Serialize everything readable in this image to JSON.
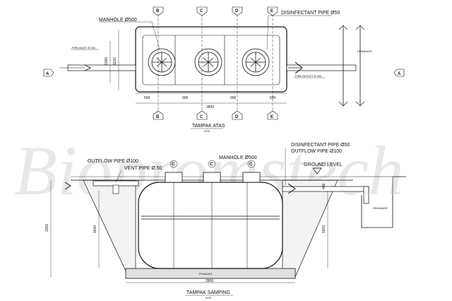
{
  "watermark": "Biopromstech",
  "top_view": {
    "manhole_label": "MANHOLE Ø500",
    "disinfectant_label": "DISINFECTANT PIPE Ø50",
    "inlet_label": "PIPA INLET Ø 100",
    "outlet_label": "PIPA OUTLET Ø 100",
    "drainage_label": "DRAINAGE",
    "width_label": "1000",
    "height_label": "1100",
    "dims": [
      "500",
      "900",
      "900",
      "500"
    ],
    "total": "2800",
    "title": "TAMPAK ATAS",
    "subtitle": "NTS",
    "markers_top": [
      "B",
      "C",
      "D",
      "E"
    ],
    "markers_bottom": [
      "B",
      "C",
      "D",
      "E"
    ],
    "side_markers": [
      "A",
      "A"
    ]
  },
  "side_view": {
    "disinfectant_label": "DISINFECTANT PIPE Ø50",
    "outflow_right_label": "OUTFLOW PIPE Ø100",
    "manhole_label": "MANHOLE Ø500",
    "outflow_left_label": "OUTFLOW PIPE Ø100",
    "vent_label": "VENT PIPE Ø 50",
    "ground_label": "GROUND LEVEL",
    "drainage_label": "DRAINAGE",
    "pondasi_label": "PONDASI",
    "left_height": "2000",
    "inner_height": "1600",
    "right_height": "1600",
    "right_top_dim": "400",
    "bottom_width": "2800",
    "manhole_marks": [
      "C",
      "C",
      "C"
    ],
    "title": "TAMPAK SAMPING",
    "subtitle": "NTS"
  }
}
